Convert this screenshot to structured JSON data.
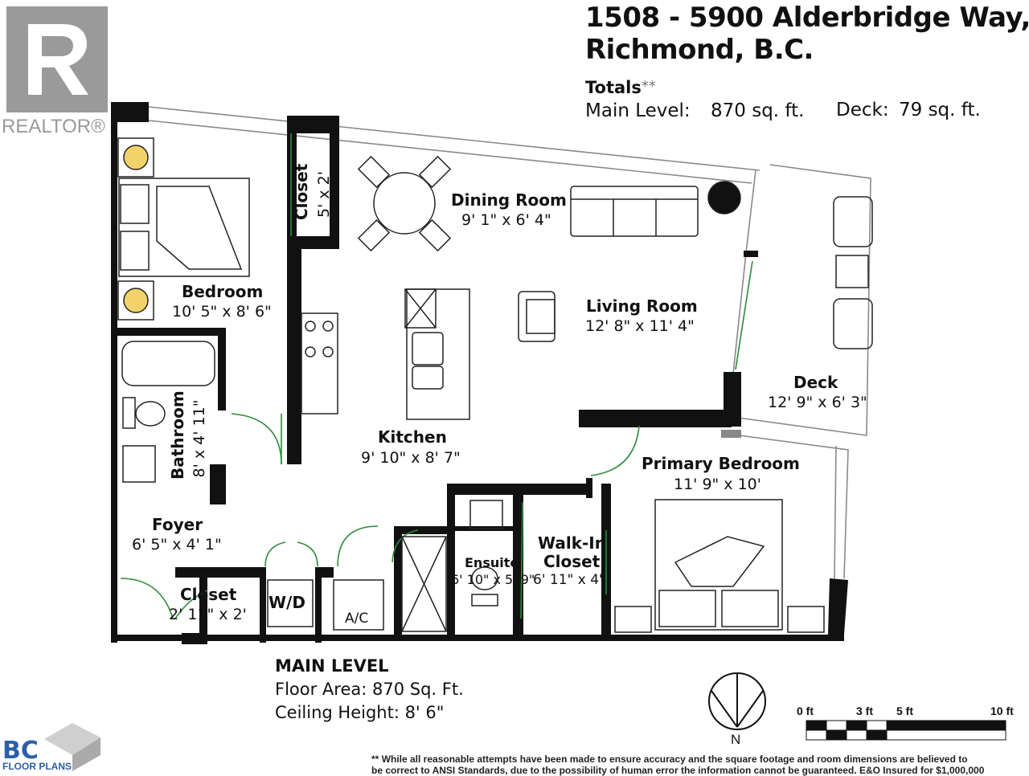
{
  "header": {
    "address_line1": "1508 - 5900 Alderbridge Way,",
    "address_line2": "Richmond, B.C.",
    "totals_heading": "Totals",
    "totals_mark": "**",
    "main_level_label": "Main Level:",
    "main_level_value": "870 sq. ft.",
    "deck_label": "Deck:",
    "deck_value": "79 sq. ft."
  },
  "branding": {
    "realtor_logo": "REALTOR®",
    "bc_logo": "BC",
    "bc_sub": "FLOOR PLANS"
  },
  "rooms": {
    "dining": {
      "name": "Dining Room",
      "dims": "9' 1\" x 6' 4\""
    },
    "living": {
      "name": "Living Room",
      "dims": "12' 8\" x 11' 4\""
    },
    "bedroom": {
      "name": "Bedroom",
      "dims": "10' 5\" x 8' 6\""
    },
    "closet_top": {
      "name": "Closet",
      "dims": "5' x 2'"
    },
    "kitchen": {
      "name": "Kitchen",
      "dims": "9' 10\" x 8' 7\""
    },
    "deck": {
      "name": "Deck",
      "dims": "12' 9\" x 6' 3\""
    },
    "bathroom": {
      "name": "Bathroom",
      "dims": "8' x 4' 11\""
    },
    "primary": {
      "name": "Primary Bedroom",
      "dims": "11' 9\" x 10'"
    },
    "foyer": {
      "name": "Foyer",
      "dims": "6' 5\" x 4' 1\""
    },
    "ensuite": {
      "name": "Ensuite",
      "dims": "6' 10\" x 5' 9\""
    },
    "walkin": {
      "name": "Walk-In",
      "name2": "Closet",
      "dims": "6' 11\" x 4'"
    },
    "closet_bottom": {
      "name": "Closet",
      "dims": "2' 11\" x 2'"
    },
    "wd": {
      "name": "W/D"
    },
    "ac": {
      "name": "A/C"
    }
  },
  "main_level": {
    "heading": "MAIN LEVEL",
    "floor_area": "Floor Area: 870 Sq. Ft.",
    "ceiling": "Ceiling Height: 8' 6\""
  },
  "compass": {
    "label": "N"
  },
  "scale": {
    "t0": "0 ft",
    "t3": "3 ft",
    "t5": "5 ft",
    "t10": "10 ft"
  },
  "disclaimer": {
    "line1": "** While all reasonable attempts have been made to ensure accuracy and the square footage and room dimensions are believed to",
    "line2": "be correct to ANSI Standards, due to the possibility of human error the information cannot be guaranteed. E&O Insured for $1,000,000"
  },
  "colors": {
    "wall": "#111111",
    "glass": "#8a8a8a",
    "door": "#2e8b3a",
    "logo_gray": "#9a9a9a"
  }
}
